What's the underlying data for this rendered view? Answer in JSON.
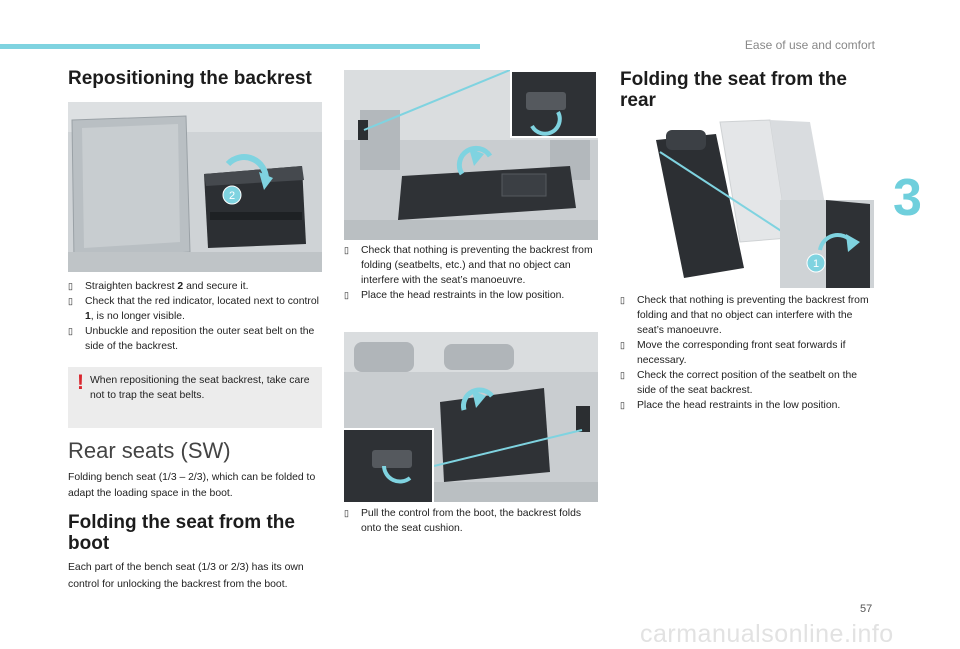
{
  "header": {
    "section_label": "Ease of use and comfort",
    "chapter_number": "3",
    "accent_color": "#7fd3e0"
  },
  "col1": {
    "title": "Repositioning the backrest",
    "image_label": "2",
    "bullets": [
      [
        "Straighten backrest ",
        "2",
        " and secure it."
      ],
      [
        "Check that the red indicator, located next to control ",
        "1",
        ", is no longer visible."
      ],
      [
        "Unbuckle and reposition the outer seat belt on the side of the backrest.",
        "",
        ""
      ]
    ],
    "warning": "When repositioning the seat backrest, take care not to trap the seat belts.",
    "rear_title": "Rear seats (SW)",
    "rear_intro": "Folding bench seat (1/3 – 2/3), which can be folded to adapt the loading space in the boot.",
    "boot_title": "Folding the seat from the boot",
    "boot_text": "Each part of the bench seat (1/3 or 2/3) has its own control for unlocking the backrest from the boot."
  },
  "col2": {
    "bullets_top": [
      "Check that nothing is preventing the backrest from folding (seatbelts, etc.) and that no object can interfere with the seat’s manoeuvre.",
      "Place the head restraints in the low position."
    ],
    "bullets_bottom": [
      "Pull the control from the boot, the backrest folds onto the seat cushion."
    ]
  },
  "col3": {
    "title": "Folding the seat from the rear",
    "image_label": "1",
    "bullets": [
      "Check that nothing is preventing the backrest from folding and that no object can interfere with the seat’s manoeuvre.",
      "Move the corresponding front seat forwards if necessary.",
      "Check the correct position of the seatbelt on the side of the seat backrest.",
      "Place the head restraints in the low position."
    ]
  },
  "footer": {
    "page_number": "57",
    "watermark": "carmanualsonline.info"
  },
  "icons": {
    "bullet": "check-box-bullet-icon",
    "warning": "warning-exclamation-icon"
  }
}
